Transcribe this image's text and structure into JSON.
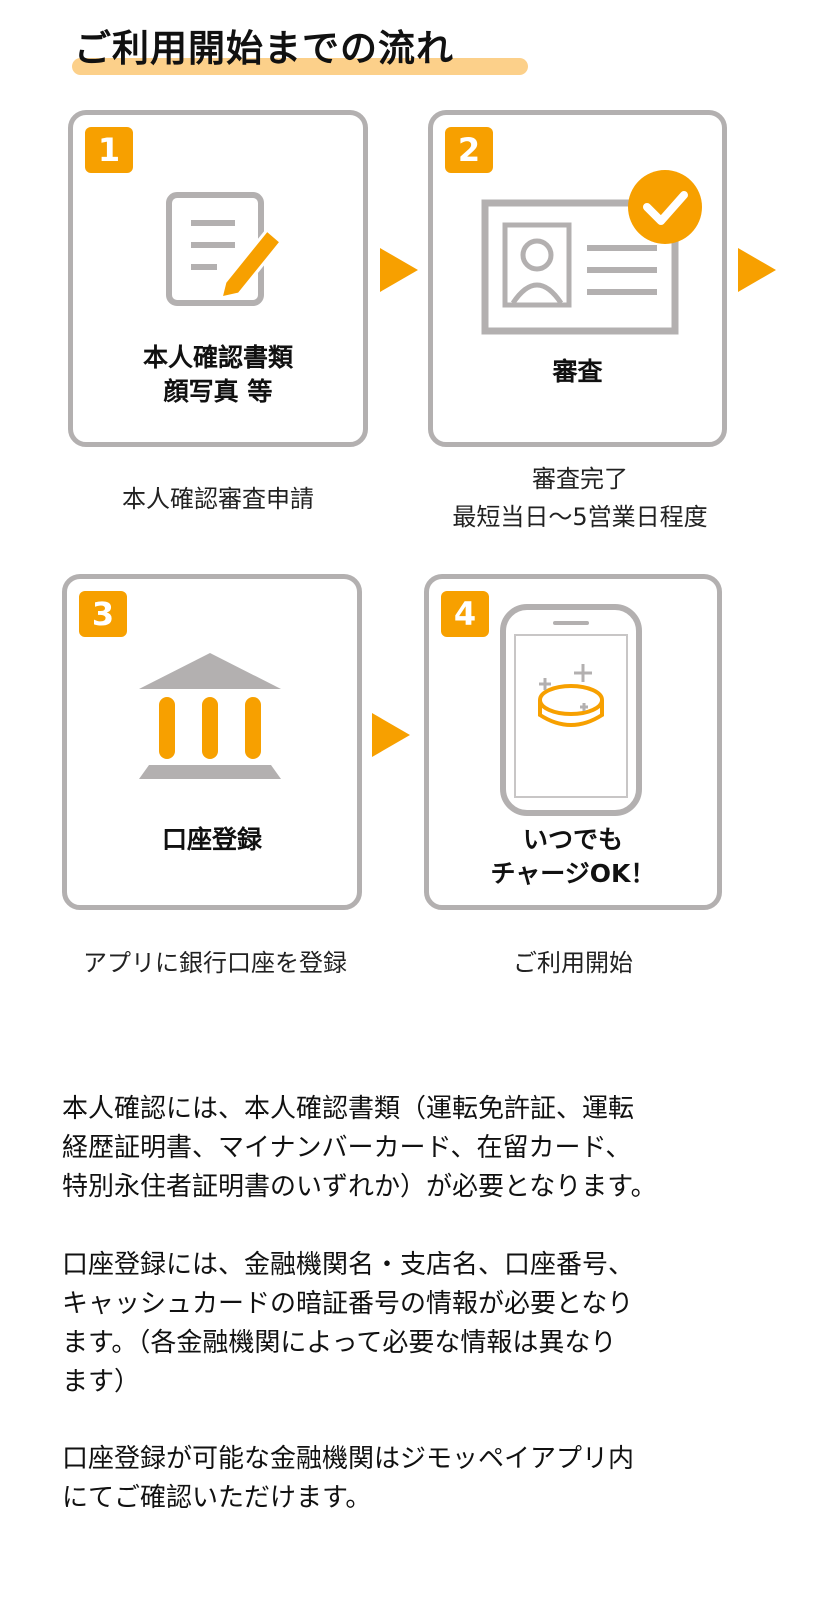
{
  "title": "ご利用開始までの流れ",
  "colors": {
    "accent": "#f7a000",
    "border": "#b3b0b0",
    "highlight": "#fcd08a"
  },
  "steps": [
    {
      "number": "1",
      "icon": "document-edit-icon",
      "label_lines": [
        "本人確認書類",
        "顔写真 等"
      ],
      "caption_lines": [
        "本人確認審査申請"
      ]
    },
    {
      "number": "2",
      "icon": "id-card-check-icon",
      "label_lines": [
        "審査"
      ],
      "caption_lines": [
        "審査完了",
        "最短当日～5営業日程度"
      ]
    },
    {
      "number": "3",
      "icon": "bank-icon",
      "label_lines": [
        "口座登録"
      ],
      "caption_lines": [
        "アプリに銀行口座を登録"
      ]
    },
    {
      "number": "4",
      "icon": "phone-coin-icon",
      "label_lines": [
        "いつでも",
        "チャージOK！"
      ],
      "caption_lines": [
        "ご利用開始"
      ]
    }
  ],
  "notes": [
    [
      "本人確認には、本人確認書類（運転免許証、運転",
      "経歴証明書、マイナンバーカード、在留カード、",
      "特別永住者証明書のいずれか）が必要となります。"
    ],
    [
      "口座登録には、金融機関名・支店名、口座番号、",
      "キャッシュカードの暗証番号の情報が必要となり",
      "ます。（各金融機関によって必要な情報は異なり",
      "ます）"
    ],
    [
      "口座登録が可能な金融機関はジモッペイアプリ内",
      "にてご確認いただけます。"
    ]
  ]
}
